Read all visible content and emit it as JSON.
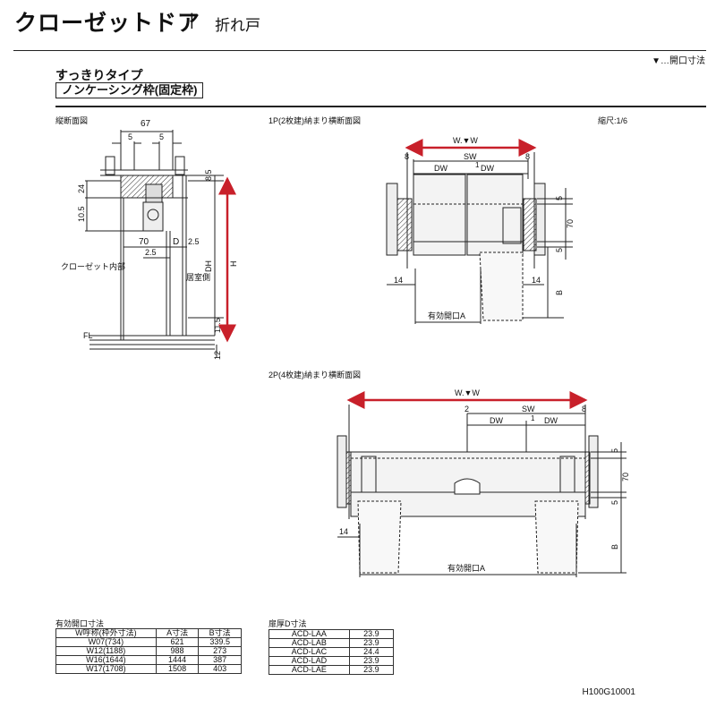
{
  "header": {
    "title": "クローゼットドア",
    "separator": "|",
    "subtitle": "折れ戸",
    "legend_note": "▼…開口寸法"
  },
  "type": {
    "name": "すっきりタイプ",
    "frame": "ノンケーシング枠(固定枠)"
  },
  "vertical_section": {
    "label": "縦断面図",
    "dim_67": "67",
    "dim_5a": "5",
    "dim_5b": "5",
    "dim_8_5": "8.5",
    "dim_24": "24",
    "dim_10_5": "10.5",
    "dim_70": "70",
    "dim_D": "D",
    "dim_2_5a": "2.5",
    "dim_2_5b": "2.5",
    "dim_DH": "DH",
    "dim_H": "H",
    "dim_11_5": "11.5",
    "dim_12": "12",
    "closet_inside": "クローゼット内部",
    "room_side": "居室側",
    "fl": "FL"
  },
  "plan_1p": {
    "label": "1P(2枚建)納まり横断面図",
    "scale": "縮尺:1/6",
    "W": "W.▼W",
    "SW": "SW",
    "eight_l": "8",
    "eight_r": "8",
    "one": "1",
    "DW_l": "DW",
    "DW_r": "DW",
    "five_a": "5",
    "seventy": "70",
    "five_b": "5",
    "fourteen_l": "14",
    "fourteen_r": "14",
    "B": "B",
    "opening": "有効開口A"
  },
  "plan_2p": {
    "label": "2P(4枚建)納まり横断面図",
    "W": "W.▼W",
    "two": "2",
    "SW": "SW",
    "eight": "8",
    "one": "1",
    "DW_l": "DW",
    "DW_r": "DW",
    "five_a": "5",
    "seventy": "70",
    "five_b": "5",
    "fourteen": "14",
    "B": "B",
    "opening": "有効開口A"
  },
  "table_opening": {
    "caption": "有効開口寸法",
    "headers": [
      "W呼称(枠外寸法)",
      "A寸法",
      "B寸法"
    ],
    "rows": [
      [
        "W07(734)",
        "621",
        "339.5"
      ],
      [
        "W12(1188)",
        "988",
        "273"
      ],
      [
        "W16(1644)",
        "1444",
        "387"
      ],
      [
        "W17(1708)",
        "1508",
        "403"
      ]
    ]
  },
  "table_thickness": {
    "caption": "扉厚D寸法",
    "rows": [
      [
        "ACD-LAA",
        "23.9"
      ],
      [
        "ACD-LAB",
        "23.9"
      ],
      [
        "ACD-LAC",
        "24.4"
      ],
      [
        "ACD-LAD",
        "23.9"
      ],
      [
        "ACD-LAE",
        "23.9"
      ]
    ]
  },
  "drawing_code": "H100G10001",
  "colors": {
    "dimension_red": "#c8202a",
    "line": "#222222",
    "panel": "#f3f3f3"
  }
}
